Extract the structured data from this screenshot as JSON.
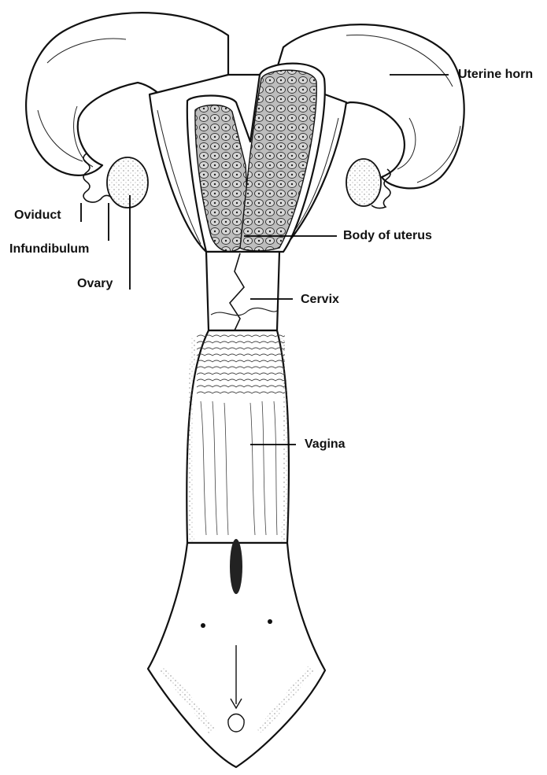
{
  "labels": {
    "uterine_horn": "Uterine horn",
    "body_of_uterus": "Body of uterus",
    "cervix": "Cervix",
    "vagina": "Vagina",
    "oviduct": "Oviduct",
    "infundibulum": "Infundibulum",
    "ovary": "Ovary"
  }
}
